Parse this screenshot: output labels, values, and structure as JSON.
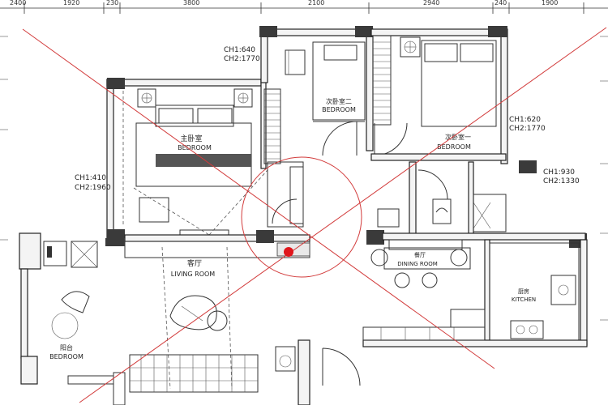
{
  "dimensions_top": [
    "2400",
    "1920",
    "230",
    "3800",
    "2100",
    "2940",
    "240",
    "1900"
  ],
  "rooms": {
    "master_bedroom": {
      "cn": "主卧室",
      "en": "BEDROOM"
    },
    "second_bedroom_2": {
      "cn": "次卧室二",
      "en": "BEDROOM"
    },
    "second_bedroom_1": {
      "cn": "次卧室一",
      "en": "BEDROOM"
    },
    "living_room": {
      "cn": "客厅",
      "en": "LIVING ROOM"
    },
    "dining_room": {
      "cn": "餐厅",
      "en": "DINING ROOM"
    },
    "kitchen": {
      "cn": "厨房",
      "en": "KITCHEN"
    },
    "balcony": {
      "cn": "阳台",
      "en": "BEDROOM"
    }
  },
  "window_notes": {
    "left_upper": [
      "CH1:640",
      "CH2:1770"
    ],
    "right_upper": [
      "CH1:620",
      "CH2:1770"
    ],
    "left_mid": [
      "CH1:410",
      "CH2:1960"
    ],
    "right_mid": [
      "CH1:930",
      "CH2:1330"
    ]
  },
  "colors": {
    "overlay_lines": "#d23b3b",
    "center_dot": "#e0161c",
    "walls": "#222222",
    "pillars": "#3a3a3a"
  }
}
